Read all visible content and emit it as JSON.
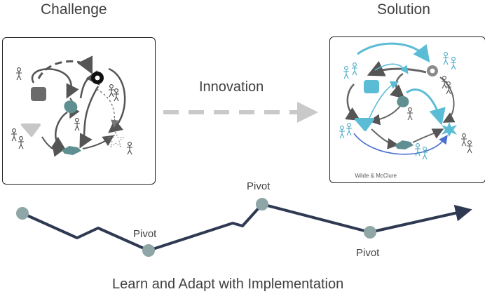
{
  "challenge": {
    "title": "Challenge"
  },
  "solution": {
    "title": "Solution",
    "credit": "Wilde & McClure"
  },
  "innovation": {
    "label": "Innovation"
  },
  "path": {
    "pivots": [
      "Pivot",
      "Pivot",
      "Pivot"
    ],
    "caption": "Learn and Adapt with Implementation"
  },
  "colors": {
    "path": "#2f3a52",
    "node": "#8fa6a6",
    "gray_shape": "#6b6b6b",
    "teal_shape": "#5f8f90",
    "light_blue": "#5bbcd6",
    "royal_blue": "#4a6fd0",
    "innovation_arrow": "#c9c9c9"
  }
}
